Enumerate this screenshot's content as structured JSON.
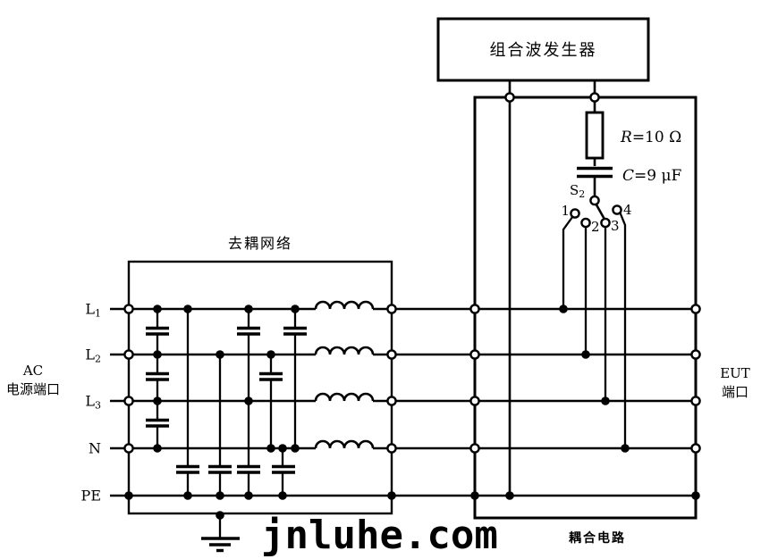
{
  "colors": {
    "ink": "#000000",
    "paper": "#ffffff",
    "coupling_label_ink": "#1a1a1a"
  },
  "generator": {
    "label": "组合波发生器"
  },
  "decoupling_network": {
    "label": "去耦网络"
  },
  "coupling_circuit": {
    "label": "耦合电路"
  },
  "components": {
    "resistor": {
      "symbol": "R",
      "value": "=10 Ω"
    },
    "capacitor": {
      "symbol": "C",
      "value": "=9 μF"
    },
    "switch": {
      "name": "S",
      "sub": "2",
      "positions": [
        "1",
        "2",
        "3",
        "4"
      ]
    }
  },
  "ports": {
    "ac": {
      "line1": "AC",
      "line2": "电源端口"
    },
    "eut": {
      "line1": "EUT",
      "line2": "端口"
    }
  },
  "lines": [
    {
      "name": "L",
      "sub": "1"
    },
    {
      "name": "L",
      "sub": "2"
    },
    {
      "name": "L",
      "sub": "3"
    },
    {
      "name": "N",
      "sub": ""
    },
    {
      "name": "PE",
      "sub": ""
    }
  ],
  "watermark": "jnluhe.com"
}
